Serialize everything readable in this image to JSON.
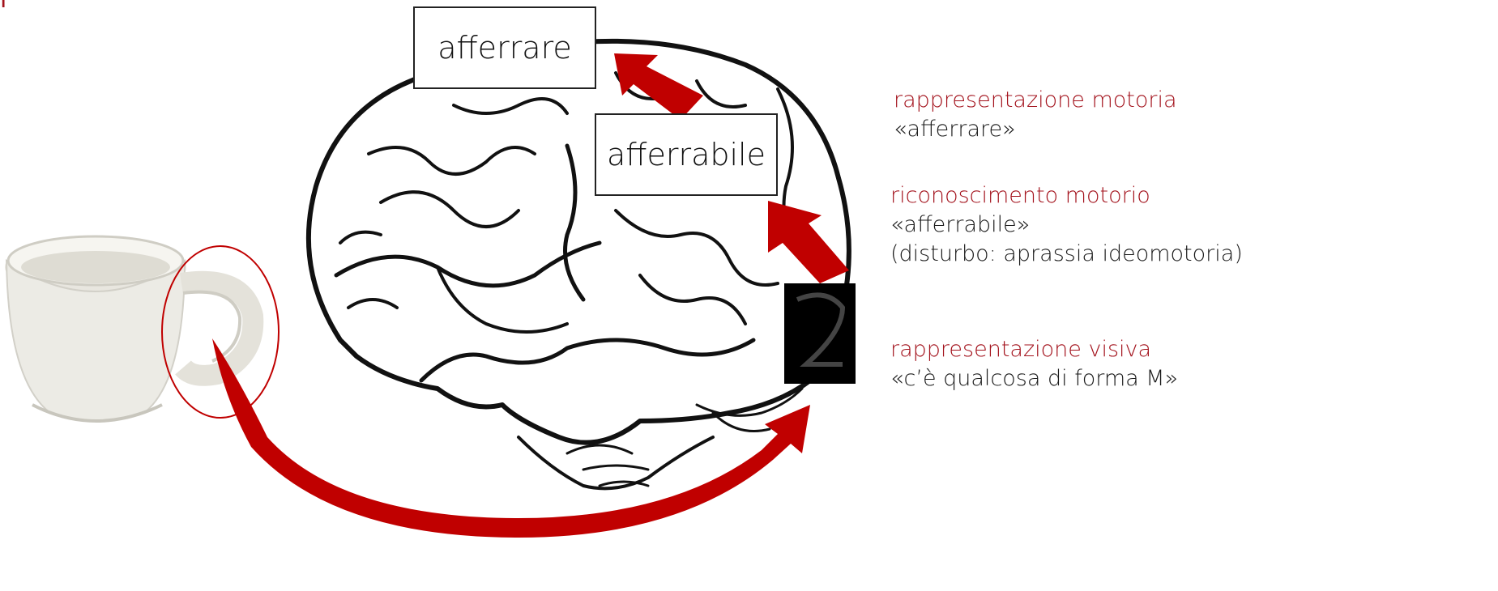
{
  "labels": {
    "box_top": "afferrare",
    "box_middle": "afferrabile"
  },
  "notes": {
    "motor_representation": {
      "heading": "rappresentazione motoria",
      "text": "«afferrare»"
    },
    "motor_recognition": {
      "heading": "riconoscimento motorio",
      "text": "«afferrabile»",
      "detail": "(disturbo: aprassia ideomotoria)"
    },
    "visual_representation": {
      "heading": "rappresentazione visiva",
      "text": "«c’è qualcosa di forma M»"
    }
  },
  "colors": {
    "accent": "#a3121c",
    "arrow": "#c00000",
    "ink": "#111111"
  },
  "icons": {
    "cup": "espresso-cup-icon",
    "brain": "brain-icon",
    "occipital_block": "occipital-marker-icon"
  }
}
